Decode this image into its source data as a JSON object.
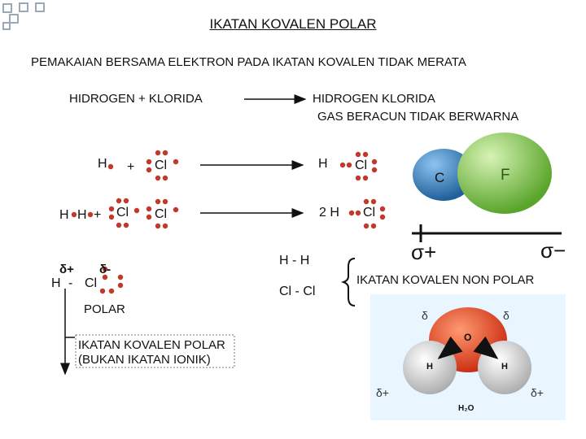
{
  "title": "IKATAN KOVALEN POLAR",
  "subtitle": "PEMAKAIAN BERSAMA ELEKTRON PADA IKATAN KOVALEN TIDAK MERATA",
  "reaction": {
    "reactants": "HIDROGEN + KLORIDA",
    "product": "HIDROGEN KLORIDA",
    "product_note": "GAS BERACUN TIDAK BERWARNA"
  },
  "lewis": {
    "row1": {
      "h": "H",
      "plus": "+",
      "cl": "Cl",
      "prod_h": "H",
      "prod_cl": "Cl"
    },
    "row2": {
      "h1": "H",
      "h2": "H",
      "plus": "+",
      "cl1": "Cl",
      "cl2": "Cl",
      "prod_h": "2 H",
      "prod_cl": "Cl"
    }
  },
  "polar": {
    "h": "H",
    "dash": "-",
    "cl": "Cl",
    "delta_plus": "δ+",
    "delta_minus": "δ-",
    "label": "POLAR",
    "result_line1": "IKATAN KOVALEN POLAR",
    "result_line2": "(BUKAN IKATAN IONIK)"
  },
  "nonpolar": {
    "line1": "H  -  H",
    "line2": "Cl  -  Cl",
    "label": "IKATAN KOVALEN NON POLAR"
  },
  "hcl_model": {
    "c_label": "C",
    "f_label": "F",
    "sigma_plus": "σ+",
    "sigma_minus": "σ−"
  },
  "water": {
    "o": "O",
    "h_left": "H",
    "h_right": "H",
    "delta_o_left": "δ",
    "delta_o_right": "δ",
    "delta_h_left": "δ+",
    "delta_h_right": "δ+",
    "formula": "H₂O"
  },
  "colors": {
    "bullet": "#9aa8b8",
    "dot": "#c0392b",
    "model_c": "#2f7fc1",
    "model_f": "#6bbf3a",
    "water_bg": "#eaf6ff",
    "water_o": "#e03a20"
  }
}
